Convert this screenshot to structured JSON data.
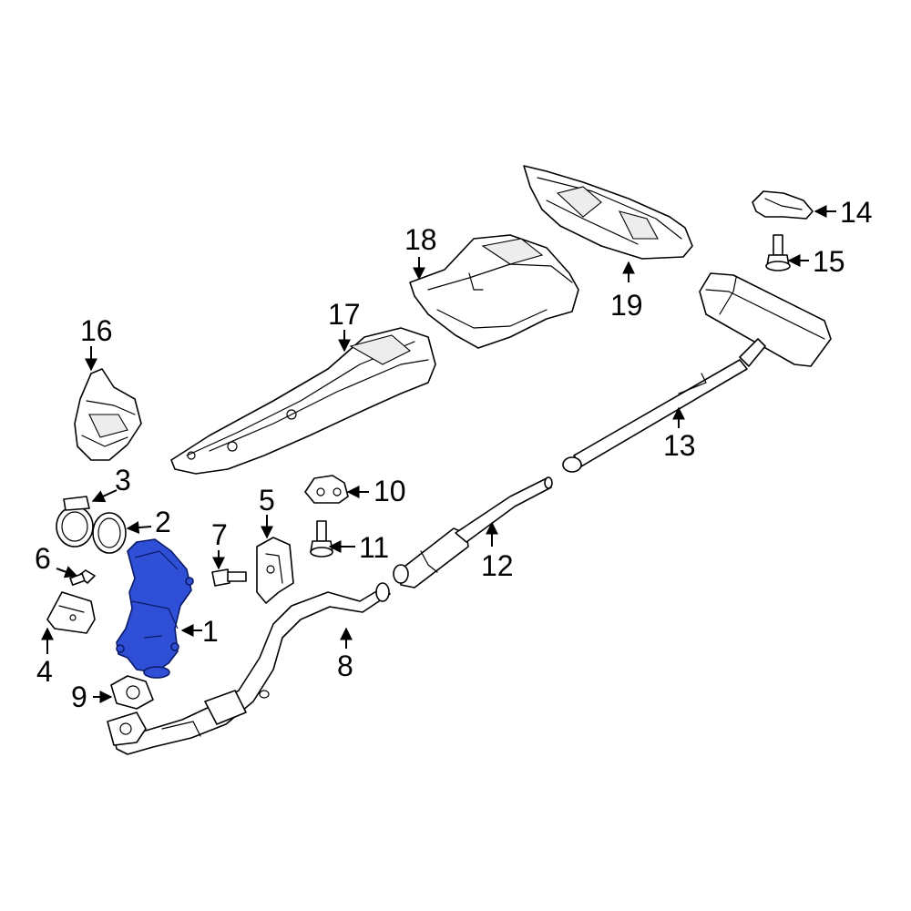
{
  "highlight_color": "#2e4fd6",
  "callouts": {
    "c1": "1",
    "c2": "2",
    "c3": "3",
    "c4": "4",
    "c5": "5",
    "c6": "6",
    "c7": "7",
    "c8": "8",
    "c9": "9",
    "c10": "10",
    "c11": "11",
    "c12": "12",
    "c13": "13",
    "c14": "14",
    "c15": "15",
    "c16": "16",
    "c17": "17",
    "c18": "18",
    "c19": "19"
  }
}
